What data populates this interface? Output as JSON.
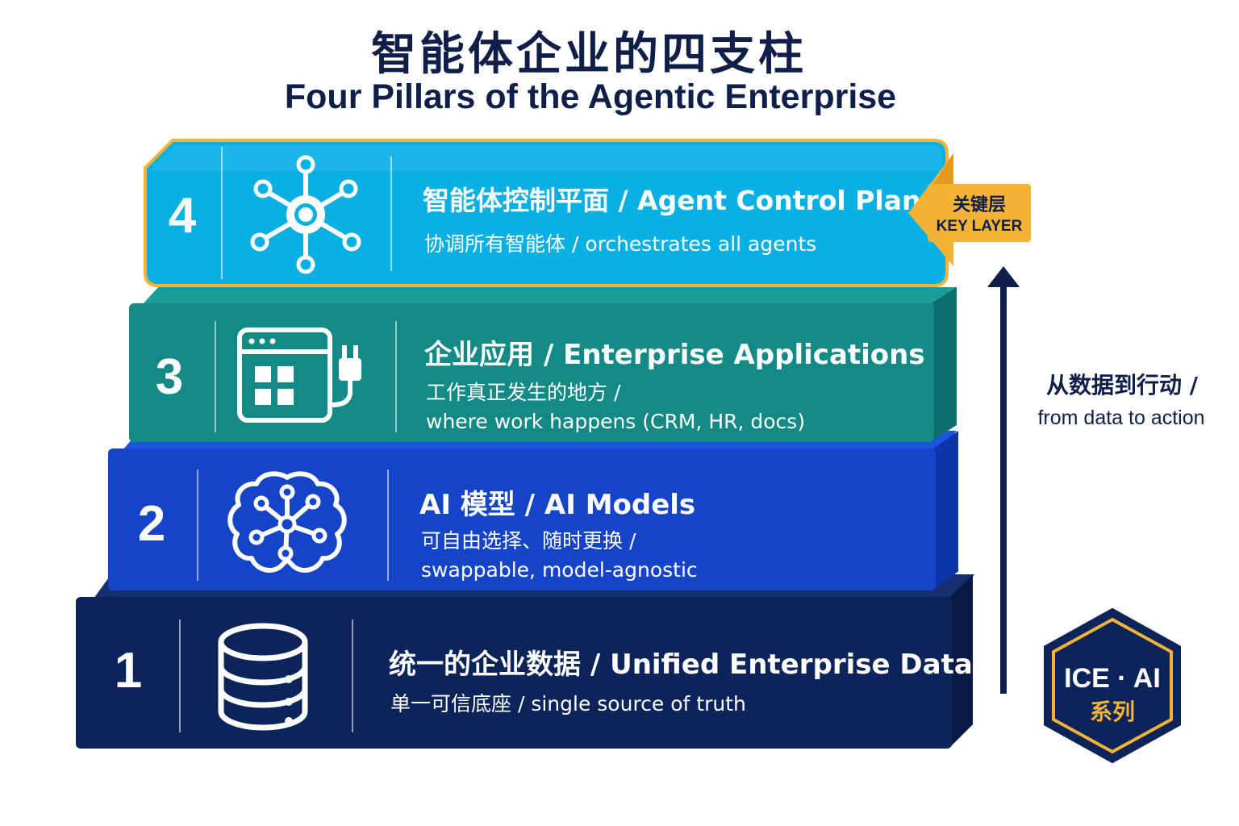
{
  "title": {
    "zh": "智能体企业的四支柱",
    "en": "Four Pillars of the Agentic Enterprise"
  },
  "pillars": [
    {
      "number": "1",
      "heading": "统一的企业数据 / Unified Enterprise Data",
      "sub_line1": "单一可信底座 / single source of truth",
      "sub_line2": "",
      "icon": "database-icon",
      "color": "#0c2459"
    },
    {
      "number": "2",
      "heading": "AI 模型 / AI Models",
      "sub_line1": "可自由选择、随时更换 /",
      "sub_line2": "swappable, model-agnostic",
      "icon": "brain-network-icon",
      "color": "#1544c9"
    },
    {
      "number": "3",
      "heading": "企业应用 / Enterprise Applications",
      "sub_line1": "工作真正发生的地方 /",
      "sub_line2": "where work happens (CRM, HR, docs)",
      "icon": "app-window-plug-icon",
      "color": "#138a86"
    },
    {
      "number": "4",
      "heading": "智能体控制平面 / Agent Control Plane",
      "sub_line1": "协调所有智能体 / orchestrates all agents",
      "sub_line2": "",
      "icon": "hub-network-icon",
      "color": "#0ab0e4",
      "border_color": "#f5b335"
    }
  ],
  "key_layer": {
    "zh": "关键层",
    "en": "KEY LAYER",
    "color": "#f5b335"
  },
  "flow": {
    "zh": "从数据到行动 /",
    "en": "from data to action"
  },
  "badge": {
    "line1": "ICE · AI",
    "line2": "系列"
  },
  "colors": {
    "navy": "#0f1f4a",
    "gold": "#f5b335"
  }
}
